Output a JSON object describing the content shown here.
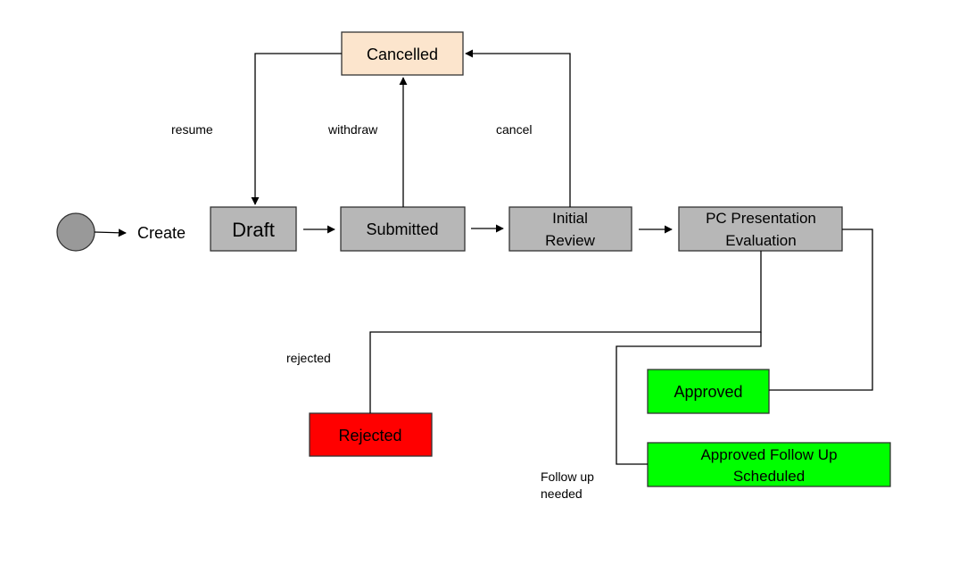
{
  "colors": {
    "gray": "#b7b7b7",
    "cancelled": "#fce5cd",
    "rejected": "#ff0000",
    "approved": "#00ff00",
    "start_circle": "#999999"
  },
  "nodes": {
    "create": "Create",
    "draft": "Draft",
    "submitted": "Submitted",
    "initial_review": [
      "Initial",
      "Review"
    ],
    "pc_evaluation": [
      "PC Presentation",
      "Evaluation"
    ],
    "cancelled": "Cancelled",
    "rejected": "Rejected",
    "approved": "Approved",
    "approved_follow_up": [
      "Approved Follow Up",
      "Scheduled"
    ]
  },
  "edge_labels": {
    "resume": "resume",
    "withdraw": "withdraw",
    "cancel": "cancel",
    "rejected": "rejected",
    "follow_up": [
      "Follow up",
      "needed"
    ]
  }
}
